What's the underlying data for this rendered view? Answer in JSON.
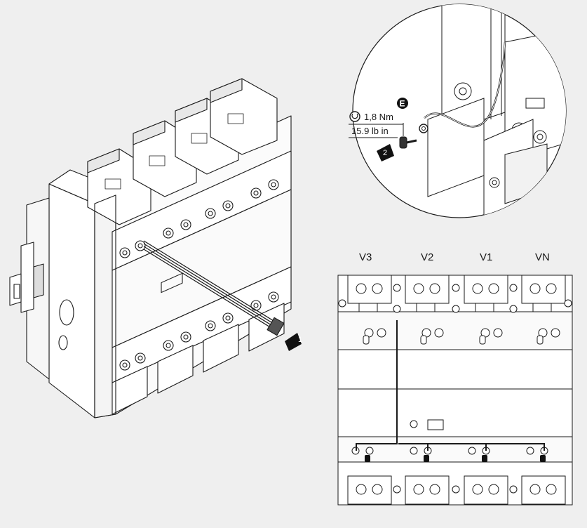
{
  "torque": {
    "value_nm": "1,8 Nm",
    "value_lbin": "15.9 lb in"
  },
  "markers": {
    "E": "E",
    "step1": "1",
    "step2": "2"
  },
  "phase_labels": [
    "V3",
    "V2",
    "V1",
    "VN"
  ],
  "colors": {
    "background": "#efefef",
    "line": "#1a1a1a",
    "fill": "#ffffff"
  }
}
